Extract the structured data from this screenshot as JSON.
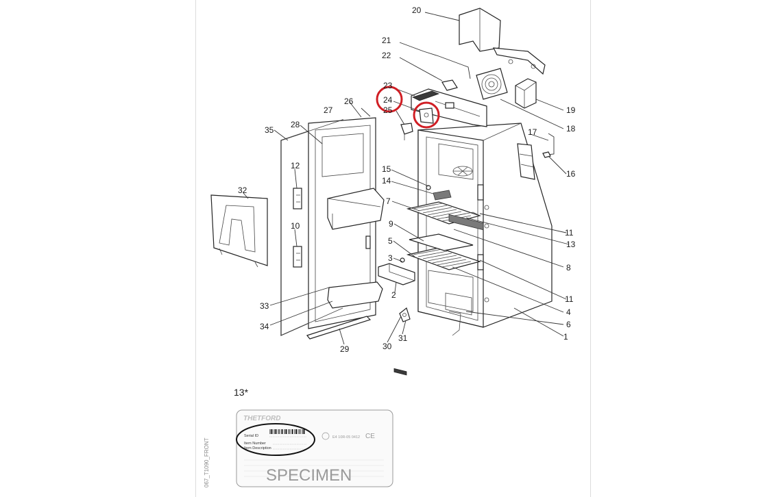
{
  "diagram": {
    "callouts": [
      "1",
      "2",
      "3",
      "4",
      "5",
      "6",
      "7",
      "8",
      "9",
      "10",
      "11",
      "11",
      "12",
      "13",
      "13",
      "14",
      "15",
      "16",
      "17",
      "18",
      "19",
      "20",
      "21",
      "22",
      "23",
      "24",
      "25",
      "26",
      "27",
      "28",
      "29",
      "30",
      "31",
      "32",
      "33",
      "34",
      "35"
    ],
    "highlight_color": "#d01e24",
    "inset_label": "13*",
    "side_code": "067_T1090_FRONT"
  },
  "plate": {
    "brand": "THETFORD",
    "serial_label": "Serial ID",
    "item_number_label": "Item Number",
    "item_description_label": "Item Description",
    "cert_mark": "E4 10R-05 0412",
    "ce_mark": "CE",
    "specimen": "SPECIMEN"
  }
}
